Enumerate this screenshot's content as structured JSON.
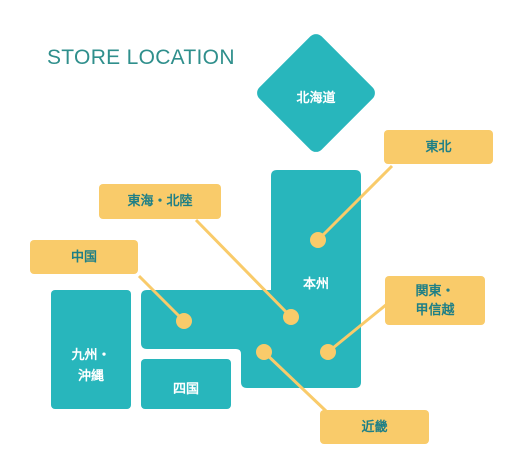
{
  "title": "STORE LOCATION",
  "colors": {
    "region": "#28b6bc",
    "tag": "#f9cb6a",
    "tag_text": "#1e7f86",
    "title": "#2f8f8c"
  },
  "regions": {
    "hokkaido": "北海道",
    "honshu": "本州",
    "kyushu_line1": "九州・",
    "kyushu_line2": "沖縄",
    "shikoku": "四国"
  },
  "tags": {
    "tohoku": "東北",
    "tokai_hokuriku": "東海・北陸",
    "chugoku": "中国",
    "kanto_line1": "関東・",
    "kanto_line2": "甲信越",
    "kinki": "近畿"
  }
}
